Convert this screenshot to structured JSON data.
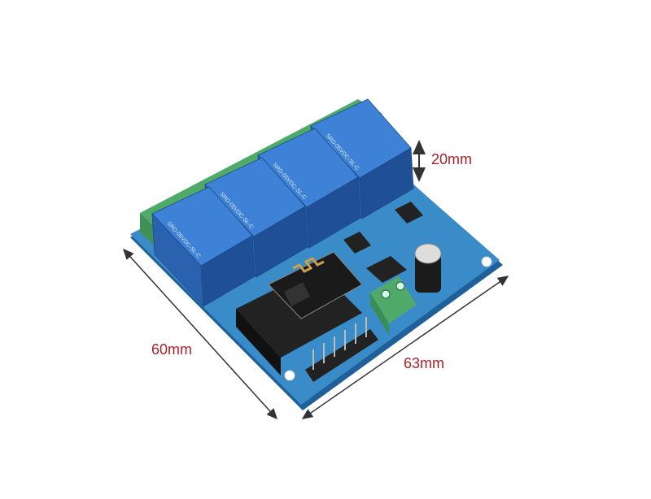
{
  "product": {
    "relay_marking": "SRD-05VDC-SL-C",
    "relay_count": 4
  },
  "dimensions": {
    "height_label": "20mm",
    "width_label": "60mm",
    "length_label": "63mm"
  },
  "colors": {
    "pcb": "#2f7fc0",
    "relay": "#2e6fc4",
    "terminal": "#4faa6a",
    "dimension_text": "#a8232a",
    "arrow": "#333333"
  }
}
